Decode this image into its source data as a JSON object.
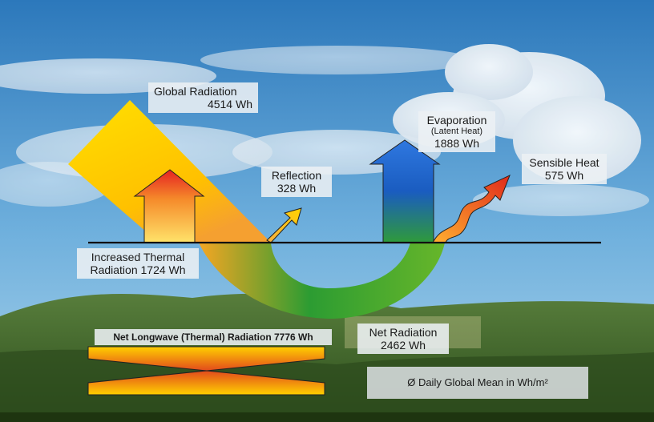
{
  "labels": {
    "global_radiation": {
      "title": "Global Radiation",
      "value": "4514 Wh"
    },
    "reflection": {
      "title": "Reflection",
      "value": "328 Wh"
    },
    "evaporation": {
      "title": "Evaporation",
      "subtitle": "(Latent Heat)",
      "value": "1888 Wh"
    },
    "sensible_heat": {
      "title": "Sensible Heat",
      "value": "575 Wh"
    },
    "increased_thermal": {
      "line1": "Increased Thermal",
      "line2": "Radiation 1724 Wh"
    },
    "net_radiation": {
      "title": "Net Radiation",
      "value": "2462 Wh"
    },
    "net_longwave": "Net Longwave (Thermal) Radiation 7776 Wh",
    "daily_mean": "Ø Daily Global Mean in Wh/m²"
  },
  "colors": {
    "sky_top": "#2f7fc0",
    "sky_bottom": "#8ec4e6",
    "hills": "#3f6b2a",
    "ground_line": "#111111",
    "radiation_yellow": "#ffd200",
    "radiation_orange": "#f5a623",
    "thermal_red": "#e02020",
    "net_green": "#1f9a2c",
    "evaporation_blue": "#1f5fc8",
    "label_bg": "#eceff3"
  }
}
